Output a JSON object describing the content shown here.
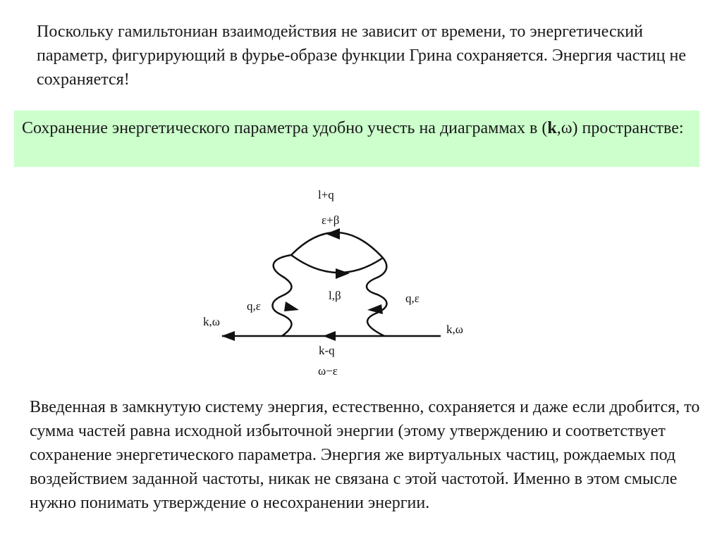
{
  "paragraph_top": "Поскольку гамильтониан взаимодействия не зависит от  времени, то энергетический параметр, фигурирующий в фурье-образе функции Грина сохраняется.  Энергия частиц не сохраняется!",
  "highlight": {
    "before": "Сохранение энергетического параметра удобно учесть на диаграммах в (",
    "bold": "k",
    "after": ",ω) пространстве:",
    "background": "#ccffcc"
  },
  "diagram": {
    "label_top_momentum": "l+q",
    "label_top_energy": "ε+β",
    "label_inner": "l,β",
    "label_left_wave": "q,ε",
    "label_right_wave": "q,ε",
    "label_left_out": "k,ω",
    "label_right_in": "k,ω",
    "label_bottom_momentum": "k-q",
    "label_bottom_energy": "ω−ε"
  },
  "paragraph_bottom": "Введенная в замкнутую систему энергия, естественно, сохраняется и даже если дробится, то сумма частей равна исходной избыточной энергии (этому утверждению и соответствует сохранение энергетического параметра. Энергия же виртуальных частиц, рождаемых под воздействием заданной частоты, никак не связана с этой частотой. Именно в этом смысле нужно понимать утверждение о несохранении энергии."
}
